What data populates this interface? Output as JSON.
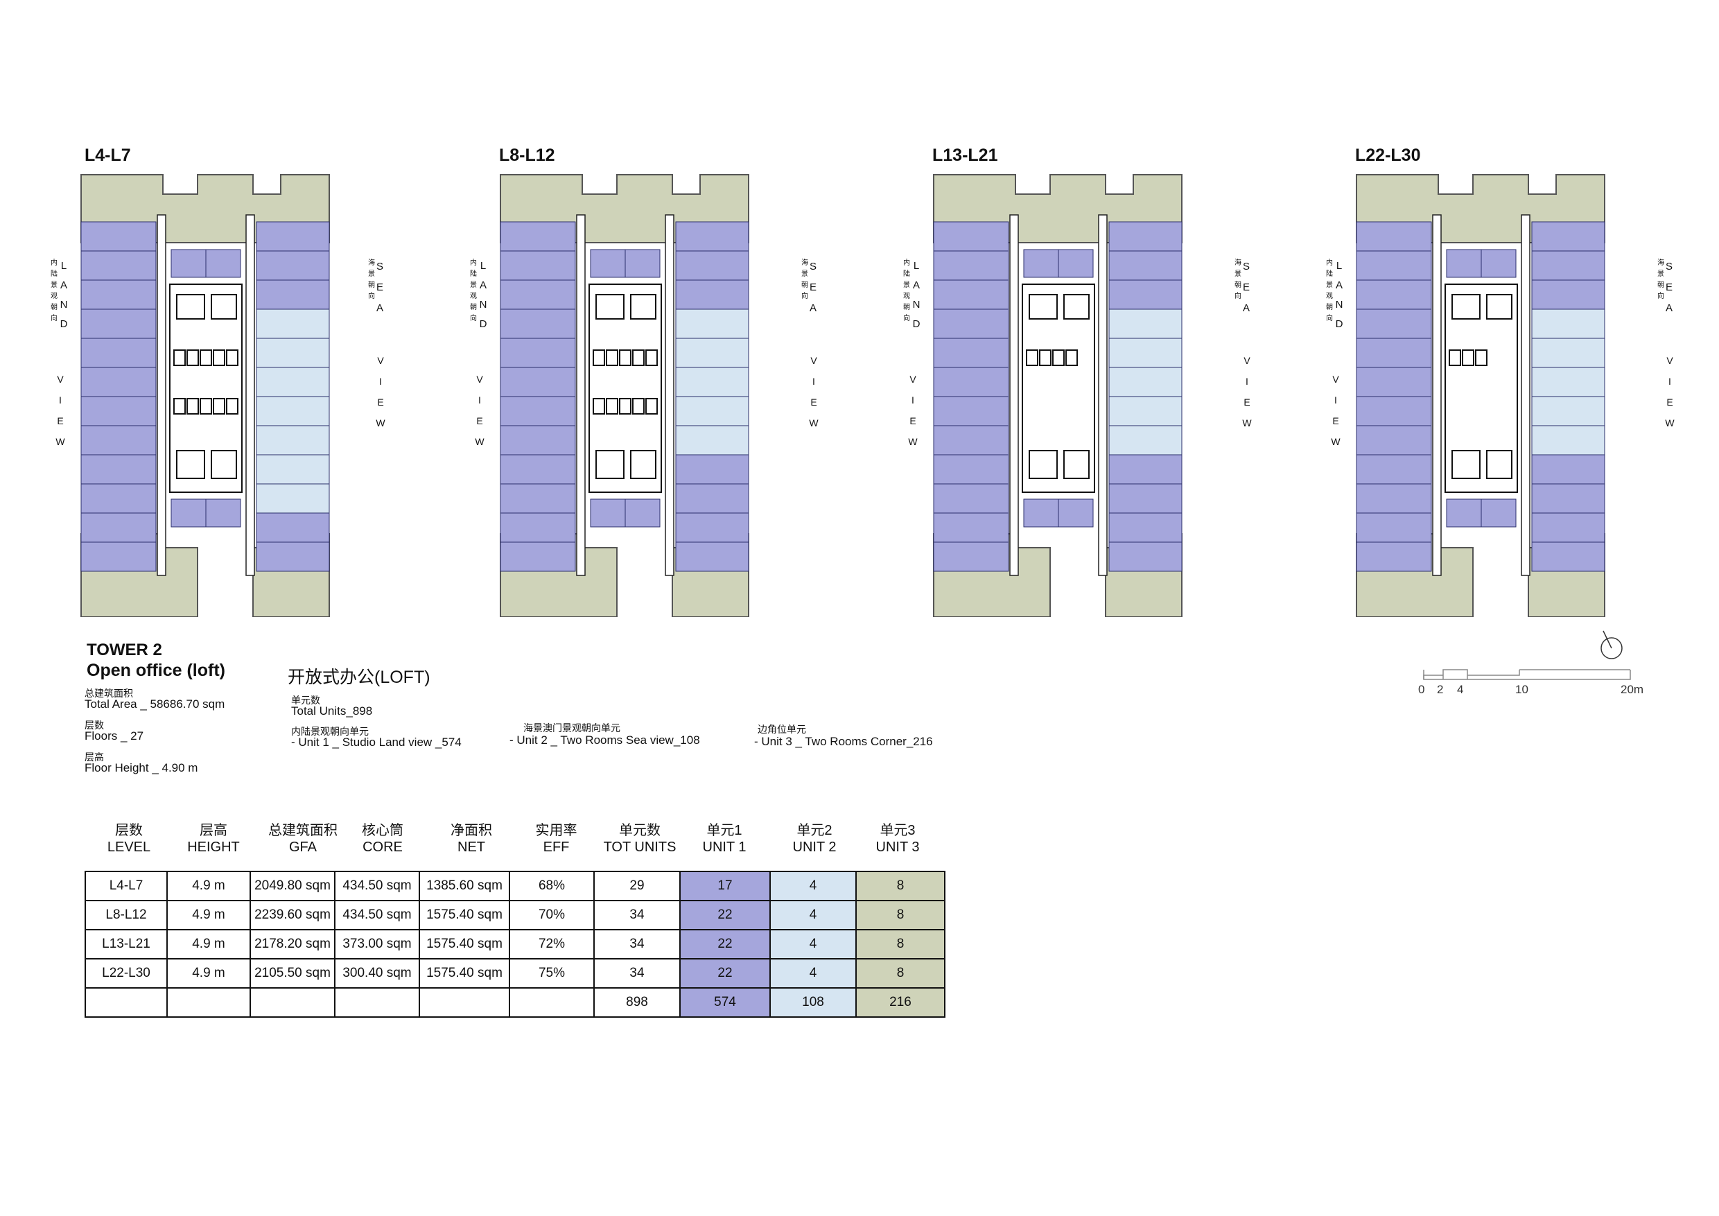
{
  "plans": [
    {
      "title": "L4-L7",
      "core_area": "434.5sqm"
    },
    {
      "title": "L8-L12",
      "core_area": "434.5sqm"
    },
    {
      "title": "L13-L21",
      "core_area": "373sqm"
    },
    {
      "title": "L22-L30",
      "core_area": "300.4sqm"
    }
  ],
  "labels": {
    "land_cn": [
      "内",
      "陆",
      "景",
      "观",
      "朝",
      "向"
    ],
    "land_en": [
      "L",
      "A",
      "N",
      "D"
    ],
    "view_en": [
      "V",
      "I",
      "E",
      "W"
    ],
    "sea_cn": [
      "海",
      "景",
      "朝",
      "向"
    ],
    "sea_en": [
      "S",
      "E",
      "A"
    ]
  },
  "colors": {
    "unit1": "#a5a6dc",
    "unit2": "#d6e5f2",
    "unit3": "#cfd3b9"
  },
  "info": {
    "tower": "TOWER 2",
    "subtitle": "Open office (loft)",
    "loft_cn": "开放式办公(LOFT)",
    "total_area_cn": "总建筑面积",
    "total_area": "Total Area _ 58686.70 sqm",
    "floors_cn": "层数",
    "floors": "Floors _ 27",
    "height_cn": "层高",
    "height": "Floor Height _ 4.90 m",
    "units_cn": "单元数",
    "units": "Total Units_898",
    "unit1_cn": "内陆景观朝向单元",
    "unit1": "- Unit 1 _ Studio Land view _574",
    "unit2_cn": "海景澳门景观朝向单元",
    "unit2": "- Unit 2 _ Two Rooms Sea view_108",
    "unit3_cn": "边角位单元",
    "unit3": "- Unit 3 _ Two Rooms Corner_216"
  },
  "scale": {
    "ticks": [
      "0",
      "2",
      "4",
      "10",
      "20m"
    ]
  },
  "table": {
    "headers": [
      {
        "cn": "层数",
        "en": "LEVEL"
      },
      {
        "cn": "层高",
        "en": "HEIGHT"
      },
      {
        "cn": "总建筑面积",
        "en": "GFA"
      },
      {
        "cn": "核心筒",
        "en": "CORE"
      },
      {
        "cn": "净面积",
        "en": "NET"
      },
      {
        "cn": "实用率",
        "en": "EFF"
      },
      {
        "cn": "单元数",
        "en": "TOT UNITS"
      },
      {
        "cn": "单元1",
        "en": "UNIT 1"
      },
      {
        "cn": "单元2",
        "en": "UNIT 2"
      },
      {
        "cn": "单元3",
        "en": "UNIT 3"
      }
    ],
    "rows": [
      [
        "L4-L7",
        "4.9 m",
        "2049.80 sqm",
        "434.50 sqm",
        "1385.60 sqm",
        "68%",
        "29",
        "17",
        "4",
        "8"
      ],
      [
        "L8-L12",
        "4.9 m",
        "2239.60 sqm",
        "434.50 sqm",
        "1575.40 sqm",
        "70%",
        "34",
        "22",
        "4",
        "8"
      ],
      [
        "L13-L21",
        "4.9 m",
        "2178.20 sqm",
        "373.00 sqm",
        "1575.40 sqm",
        "72%",
        "34",
        "22",
        "4",
        "8"
      ],
      [
        "L22-L30",
        "4.9 m",
        "2105.50 sqm",
        "300.40 sqm",
        "1575.40 sqm",
        "75%",
        "34",
        "22",
        "4",
        "8"
      ],
      [
        "",
        "",
        "",
        "",
        "",
        "",
        "898",
        "574",
        "108",
        "216"
      ]
    ]
  }
}
